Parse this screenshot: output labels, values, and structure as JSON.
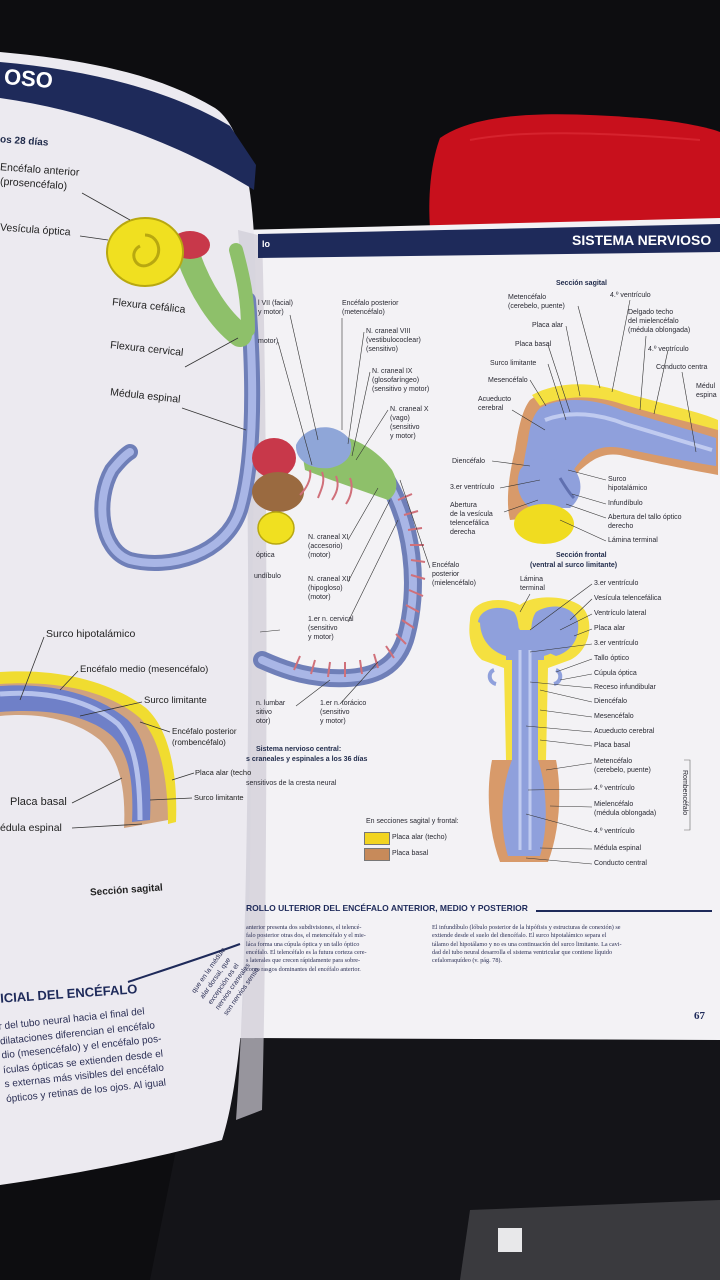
{
  "left_page": {
    "header": "OSO",
    "subtitle": "os 28 días",
    "labels": {
      "encefalo_anterior": "Encéfalo anterior",
      "prosencefalo": "(prosencéfalo)",
      "vesicula_optica": "Vesícula óptica",
      "flexura_cefalica": "Flexura cefálica",
      "flexura_cervical": "Flexura cervical",
      "medula_espinal": "Médula espinal",
      "surco_hipotalamico": "Surco hipotalámico",
      "encefalo_medio": "Encéfalo medio (mesencéfalo)",
      "surco_limitante": "Surco limitante",
      "encefalo_posterior_1": "Encéfalo posterior",
      "encefalo_posterior_2": "(rombencéfalo)",
      "placa_alar": "Placa alar (techo",
      "surco_limitante_2": "Surco limitante",
      "placa_basal": "Placa basal",
      "medula_espinal_2": "édula espinal",
      "seccion_sagital": "Sección sagital"
    },
    "section_heading": "ICIAL DEL ENCÉFALO",
    "body_lines": [
      "r del tubo neural hacia el final del",
      "dilataciones diferencian el encéfalo",
      "dio (mesencéfalo) y el encéfalo pos-",
      "ículas ópticas se extienden desde el",
      "s externas más visibles del encéfalo",
      "ópticos y retinas de los ojos. Al igual"
    ]
  },
  "right_page": {
    "header": "SISTEMA NERVIOSO",
    "left_fragment": "lo",
    "page_number": "67",
    "seccion_sagital": "Sección sagital",
    "seccion_frontal_1": "Sección frontal",
    "seccion_frontal_2": "(ventral al surco limitante)",
    "diagram_labels": {
      "n_vii": "l VII (facial)",
      "n_vii_2": "y motor)",
      "encefalo_posterior": "Encéfalo posterior",
      "metencefalo": "(metencéfalo)",
      "n_viii": "N. craneal VIII",
      "n_viii_2": "(vestibulococlear)",
      "n_viii_3": "(sensitivo)",
      "n_ix": "N. craneal IX",
      "n_ix_2": "(glosofaríngeo)",
      "n_ix_3": "(sensitivo y motor)",
      "n_x": "N. craneal X",
      "n_x_2": "(vago)",
      "n_x_3": "(sensitivo",
      "n_x_4": "y motor)",
      "motor": "motor)",
      "n_xi": "N. craneal XI",
      "n_xi_2": "(accesorio)",
      "n_xi_3": "(motor)",
      "n_xii": "N. craneal XII",
      "n_xii_2": "(hipogloso)",
      "n_xii_3": "(motor)",
      "n_cervical": "1.er n. cervical",
      "n_cervical_2": "(sensitivo",
      "n_cervical_3": "y motor)",
      "n_lumbar": "n. lumbar",
      "n_lumbar_2": "sitivo",
      "n_lumbar_3": "otor)",
      "n_toracico": "1.er n. torácico",
      "n_toracico_2": "(sensitivo",
      "n_toracico_3": "y motor)",
      "optica": "óptica",
      "undibulo": "undíbulo",
      "encefalo_posterior_m": "Encéfalo",
      "encefalo_posterior_m2": "posterior",
      "encefalo_posterior_m3": "(mielencéfalo)",
      "caption_1": "Sistema nervioso central:",
      "caption_2": "s craneales y espinales a los 36 días",
      "caption_3": "sensitivos de la cresta neural"
    },
    "sagital_labels": {
      "metencefalo": "Metencéfalo",
      "cerebelo": "(cerebelo, puente)",
      "ventriculo4": "4.º ventrículo",
      "placa_alar": "Placa alar",
      "delgado_techo": "Delgado techo",
      "del_mielencefalo": "del mielencéfalo",
      "medula_oblongada": "(médula oblongada)",
      "placa_basal": "Placa basal",
      "ventriculo4b": "4.º ventrículo",
      "surco_limitante": "Surco limitante",
      "conducto_central": "Conducto centra",
      "mesencefalo": "Mesencéfalo",
      "medula_espina": "Médul",
      "espina": "espina",
      "acueducto": "Acueducto",
      "cerebral": "cerebral",
      "diencefalo": "Diencéfalo",
      "ventriculo3": "3.er ventrículo",
      "surco_hipo": "Surco",
      "surco_hipo2": "hipotalámico",
      "infundibulo": "Infundíbulo",
      "abertura_ves": "Abertura",
      "abertura_ves2": "de la vesícula",
      "abertura_ves3": "telencefálica",
      "abertura_ves4": "derecha",
      "abertura_tallo": "Abertura del tallo óptico",
      "abertura_tallo2": "derecho",
      "lamina_terminal": "Lámina terminal"
    },
    "frontal_labels": [
      "3.er ventrículo",
      "Vesícula telencefálica",
      "Ventrículo lateral",
      "Placa alar",
      "3.er ventrículo",
      "Tallo óptico",
      "Cúpula óptica",
      "Receso infundibular",
      "Diencéfalo",
      "Mesencéfalo",
      "Acueducto cerebral",
      "Placa basal",
      "Metencéfalo",
      "(cerebelo, puente)",
      "4.º ventrículo",
      "Mielencéfalo",
      "(médula oblongada)",
      "4.º ventrículo",
      "Médula espinal",
      "Conducto central"
    ],
    "lamina_terminal_f": "Lámina",
    "lamina_terminal_f2": "terminal",
    "rombencefalo": "Rombencéfalo",
    "legend_title": "En secciones sagital y frontal:",
    "legend_items": [
      "Placa alar (techo)",
      "Placa basal"
    ],
    "section_heading": "ROLLO ULTERIOR DEL ENCÉFALO ANTERIOR, MEDIO Y POSTERIOR",
    "col1_lines": [
      "anterior presenta dos subdivisiones, el telencé-",
      "falo posterior otras dos, el metencéfalo y el mie-",
      "láca forma una cúpula óptica y un tallo óptico",
      "encéfalo. El telencéfalo es la futura corteza cere-",
      "s laterales que crecen rápidamente para sobre-",
      "como rasgos dominantes del encéfalo anterior."
    ],
    "col2_lines": [
      "El infundíbulo (lóbulo posterior de la hipófisis y estructuras de conexión) se",
      "extiende desde el suelo del diencéfalo. El surco hipotalámico separa el",
      "tálamo del hipotálamo y no es una continuación del surco limitante. La cavi-",
      "dad del tubo neural desarrolla el sistema ventricular que contiene líquido",
      "cefalorraquídeo (v. pág. 78)."
    ],
    "gutter_lines": [
      "que en la médula",
      "alar dorsal, que",
      "excepción es el",
      "nervios craneales",
      "son nervios senso"
    ]
  },
  "colors": {
    "header_blue": "#1e2a5a",
    "placa_alar": "#f2d420",
    "placa_basal": "#c78a5a",
    "ventricle_blue": "#8fa0dc",
    "red_cloth": "#c8101c"
  }
}
